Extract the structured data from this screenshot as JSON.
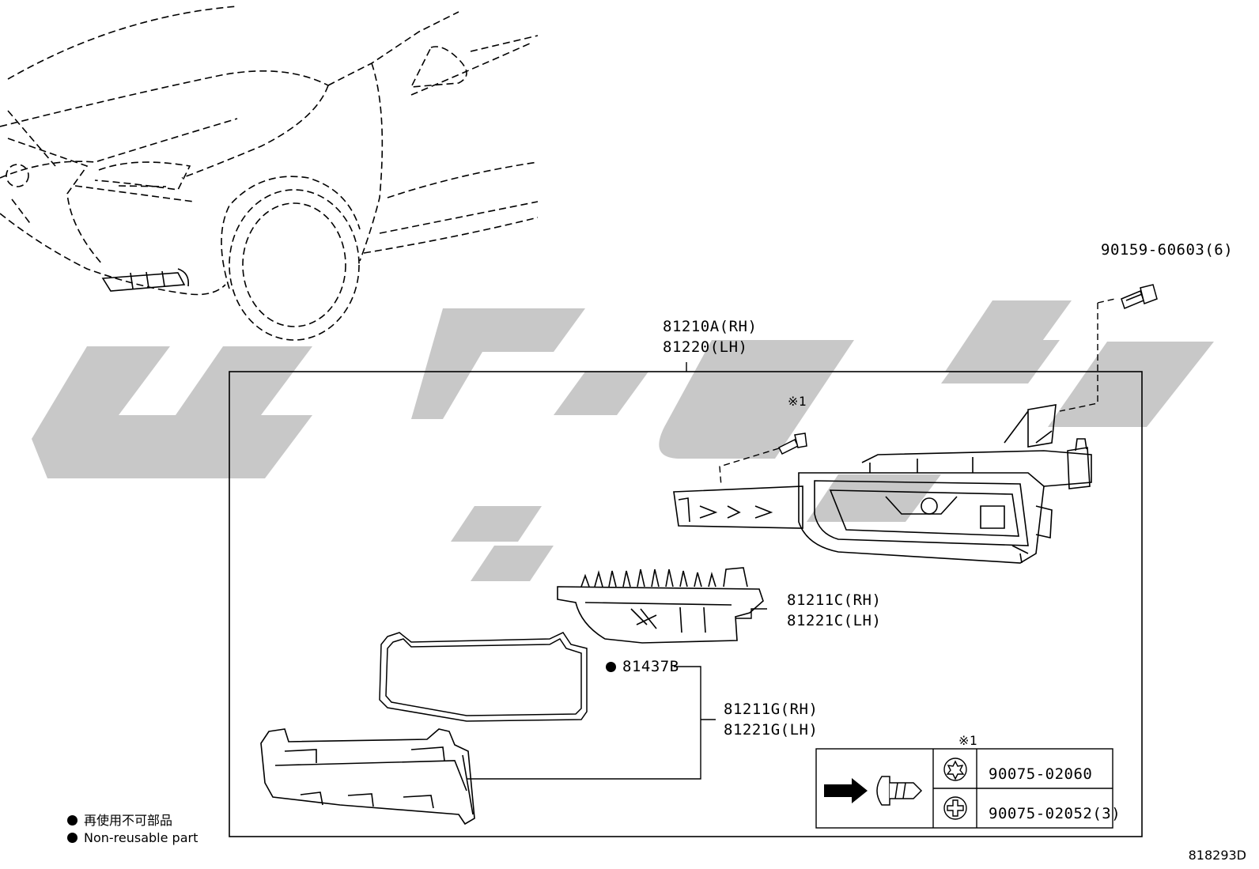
{
  "diagram": {
    "figure_code": "818293D",
    "watermark_text": "عرب ٨",
    "parts": {
      "bolt_top": "90159-60603(6)",
      "lamp_rh": "81210A(RH)",
      "lamp_lh": "81220(LH)",
      "screw_ref": "※1",
      "housing_rh": "81211C(RH)",
      "housing_lh": "81221C(LH)",
      "gasket": "81437B",
      "bezel_rh": "81211G(RH)",
      "bezel_lh": "81221G(LH)"
    },
    "fastener_table": {
      "ref": "※1",
      "row1_part": "90075-02060",
      "row2_part": "90075-02052(3)"
    },
    "legend": {
      "line_jp": "再使用不可部品",
      "line_en": "Non-reusable part"
    }
  }
}
